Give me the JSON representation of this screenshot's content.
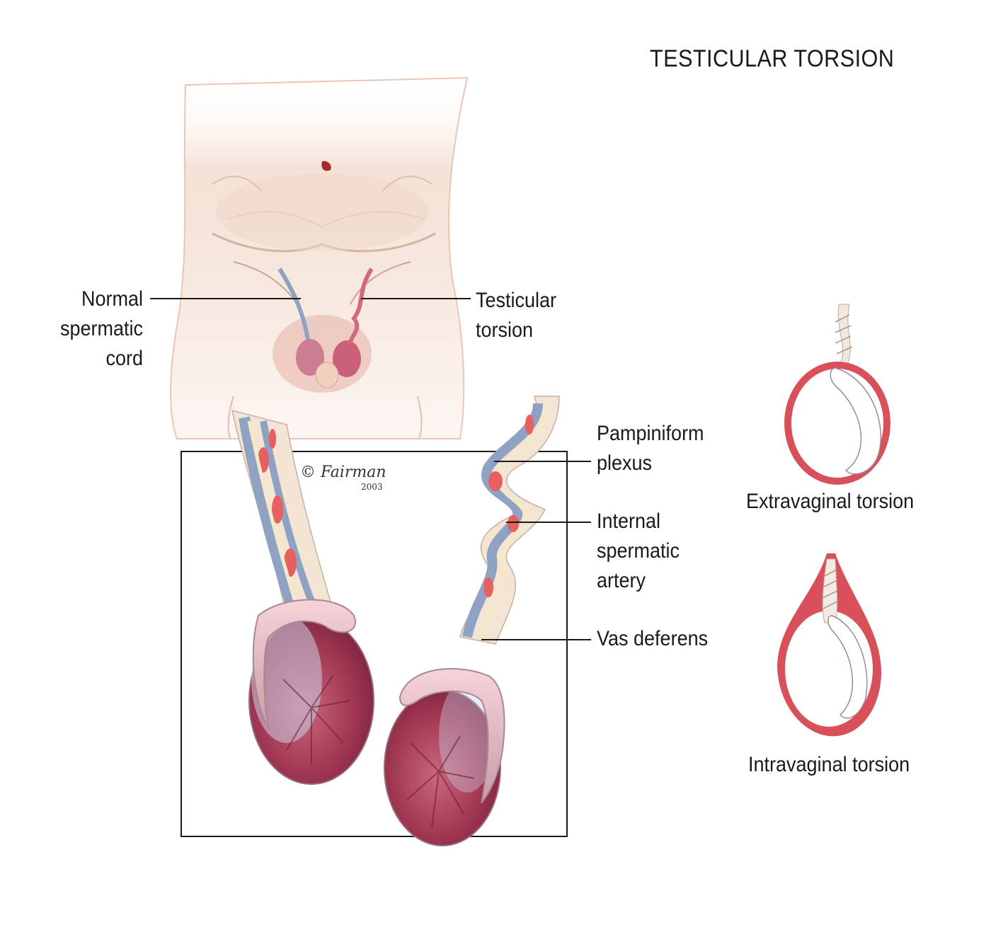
{
  "title": "TESTICULAR TORSION",
  "labels": {
    "normal_cord": [
      "Normal",
      "spermatic",
      "cord"
    ],
    "testicular_torsion": [
      "Testicular",
      "torsion"
    ],
    "pampiniform_plexus": [
      "Pampiniform",
      "plexus"
    ],
    "internal_spermatic_artery": [
      "Internal",
      "spermatic",
      "artery"
    ],
    "vas_deferens": "Vas deferens",
    "extravaginal_torsion": "Extravaginal torsion",
    "intravaginal_torsion": "Intravaginal torsion"
  },
  "signature": {
    "mark": "© Fairman",
    "year": "2003"
  },
  "colors": {
    "tunica": "#d8505a",
    "testis": "#a8344f",
    "vein": "#8fa2c4",
    "artery": "#e5605e",
    "vas": "#f2e9c8",
    "skin": "#f3ddd0",
    "line": "#1a1a1a"
  }
}
